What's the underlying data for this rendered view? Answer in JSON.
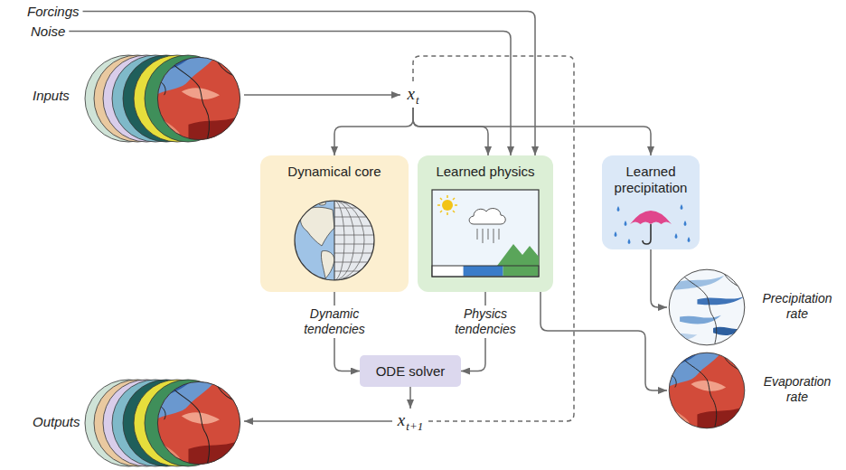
{
  "diagram": {
    "nodes": [
      {
        "text": [
          "Forcings"
        ]
      },
      {
        "text": [
          "Noise"
        ]
      },
      {
        "text": [
          "Inputs"
        ]
      },
      {
        "text": [
          "x",
          "t"
        ]
      },
      {
        "text": [
          "Dynamical core"
        ]
      },
      {
        "text": [
          "Learned physics"
        ]
      },
      {
        "text": [
          "Learned precipitation"
        ]
      },
      {
        "text": [
          "Precipitation rate"
        ]
      },
      {
        "text": [
          "ODE solver"
        ]
      },
      {
        "text": [
          "Evaporation rate"
        ]
      },
      {
        "text": [
          "x",
          "t+1"
        ]
      },
      {
        "text": [
          "Outputs"
        ]
      }
    ],
    "edges": [
      {
        "from": 2,
        "to": 3,
        "arrow": "to"
      },
      {
        "from": 3,
        "to": 4,
        "arrow": "to"
      },
      {
        "from": 3,
        "to": 5,
        "arrow": "to"
      },
      {
        "from": 3,
        "to": 6,
        "arrow": "to"
      },
      {
        "from": 1,
        "to": 5,
        "arrow": "to"
      },
      {
        "from": 0,
        "to": 5,
        "arrow": "to"
      },
      {
        "from": 4,
        "to": 8,
        "label": "Dynamic tendencies",
        "arrow": "to"
      },
      {
        "from": 5,
        "to": 8,
        "label": "Physics tendencies",
        "arrow": "to"
      },
      {
        "from": 5,
        "to": 9,
        "arrow": "to"
      },
      {
        "from": 6,
        "to": 7,
        "arrow": "to"
      },
      {
        "from": 8,
        "to": 10,
        "arrow": "to"
      },
      {
        "from": 10,
        "to": 11,
        "arrow": "to"
      },
      {
        "from": 10,
        "to": 3,
        "arrow": "none"
      }
    ]
  }
}
